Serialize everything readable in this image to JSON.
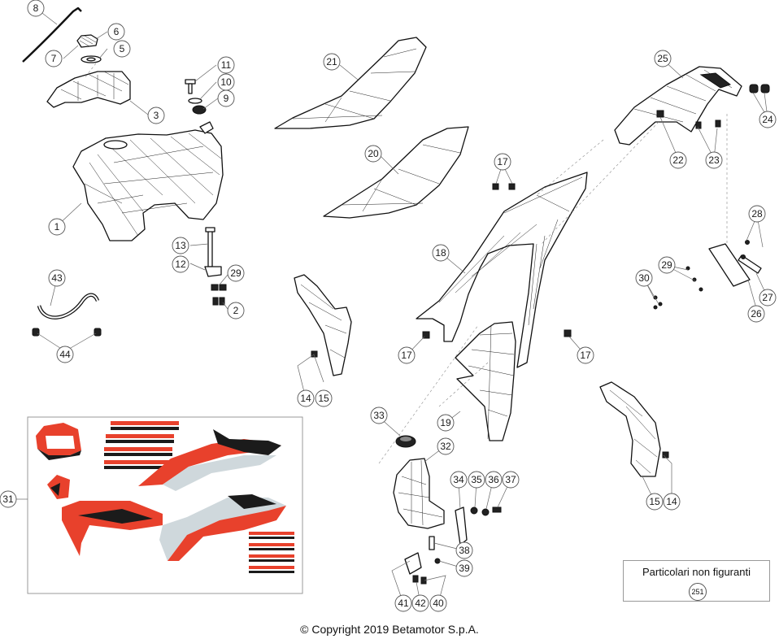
{
  "callouts": [
    {
      "label": "1"
    },
    {
      "label": "2"
    },
    {
      "label": "3"
    },
    {
      "label": "5"
    },
    {
      "label": "6"
    },
    {
      "label": "7"
    },
    {
      "label": "8"
    },
    {
      "label": "9"
    },
    {
      "label": "10"
    },
    {
      "label": "11"
    },
    {
      "label": "12"
    },
    {
      "label": "13"
    },
    {
      "label": "14"
    },
    {
      "label": "14"
    },
    {
      "label": "15"
    },
    {
      "label": "15"
    },
    {
      "label": "17"
    },
    {
      "label": "17"
    },
    {
      "label": "17"
    },
    {
      "label": "18"
    },
    {
      "label": "19"
    },
    {
      "label": "20"
    },
    {
      "label": "21"
    },
    {
      "label": "22"
    },
    {
      "label": "23"
    },
    {
      "label": "24"
    },
    {
      "label": "25"
    },
    {
      "label": "26"
    },
    {
      "label": "27"
    },
    {
      "label": "28"
    },
    {
      "label": "29"
    },
    {
      "label": "29"
    },
    {
      "label": "30"
    },
    {
      "label": "31"
    },
    {
      "label": "32"
    },
    {
      "label": "33"
    },
    {
      "label": "34"
    },
    {
      "label": "35"
    },
    {
      "label": "36"
    },
    {
      "label": "37"
    },
    {
      "label": "38"
    },
    {
      "label": "39"
    },
    {
      "label": "40"
    },
    {
      "label": "41"
    },
    {
      "label": "42"
    },
    {
      "label": "43"
    },
    {
      "label": "44"
    }
  ],
  "note": {
    "title": "Particolari non figuranti",
    "item": "251"
  },
  "copyright": "© Copyright 2019 Betamotor S.p.A.",
  "colors": {
    "decal_red": "#e8412c",
    "decal_black": "#1b1b1b",
    "decal_grey": "#cfd8dc",
    "outline": "#111111"
  }
}
